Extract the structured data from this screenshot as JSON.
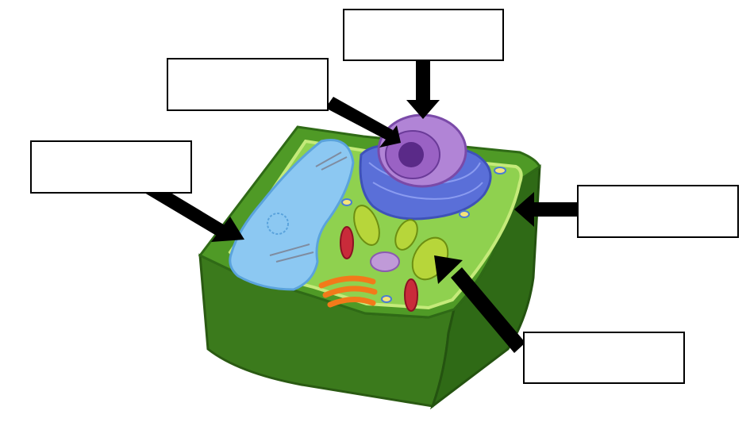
{
  "labels": {
    "top": "",
    "upper_left": "",
    "left": "",
    "right": "",
    "lower_right": ""
  },
  "colors": {
    "cell_wall": "#3f7d1f",
    "cytoplasm": "#8fd14f",
    "vacuole": "#8cc8f2",
    "nucleus": "#9a62c4",
    "endoplasmic_reticulum": "#5a6fd8",
    "chloroplast": "#b7d63a",
    "mitochondria": "#c92b3a",
    "golgi": "#f27a1a",
    "arrow": "#000000"
  },
  "icons": [
    "nucleus",
    "vacuole",
    "chloroplast",
    "mitochondrion",
    "golgi-apparatus",
    "endoplasmic-reticulum"
  ]
}
